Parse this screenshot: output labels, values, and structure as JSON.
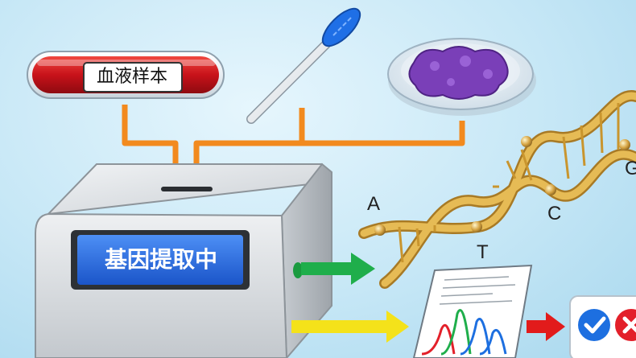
{
  "samples": {
    "blood_tube_label": "血液样本"
  },
  "machine": {
    "screen_text": "基因提取中"
  },
  "dna": {
    "base_labels": [
      "A",
      "T",
      "C",
      "G"
    ]
  },
  "result": {
    "icons": [
      "check-icon",
      "cross-icon"
    ]
  },
  "colors": {
    "arrow_orange": "#f28a1e",
    "arrow_green": "#1fae4b",
    "arrow_yellow": "#f4e21a",
    "arrow_red": "#e21b1b",
    "screen_blue": "#1f66e0",
    "check_blue": "#1d6fe0",
    "cross_red": "#e3202a",
    "dna_gold": "#d8a23a"
  }
}
